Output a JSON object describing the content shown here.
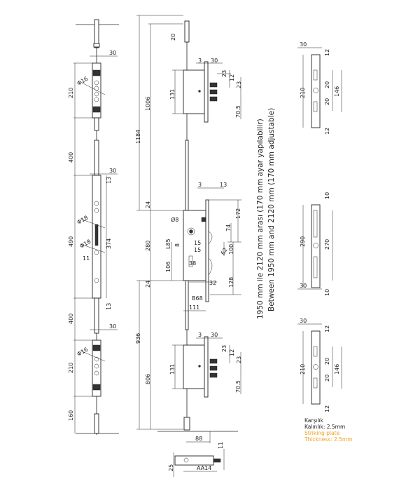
{
  "colors": {
    "line": "#222222",
    "legend_en": "#f0a020"
  },
  "left_bar": {
    "top_width": "30",
    "top_len": "210",
    "top_hole": "Φ16",
    "gap1": "400",
    "mid_width": "30",
    "mid_off_top": "13",
    "mid_hole1": "Φ18",
    "mid_len": "490",
    "mid_hole2": "Φ18",
    "mid_inner": "374",
    "mid_small": "11",
    "mid_off_bot": "13",
    "gap2": "400",
    "bot_width": "30",
    "bot_hole": "Φ16",
    "bot_len": "210",
    "end_len": "160"
  },
  "overall": {
    "total_top": "1184",
    "top_to_lock": "1006",
    "lock_top_offset": "24",
    "lock_height": "280",
    "lock_bot_offset": "24",
    "total_bot": "936",
    "bot_to_lock": "806",
    "top_rod_end": "20"
  },
  "top_lock": {
    "d3": "3",
    "d30": "30",
    "d23a": "23",
    "d12": "12",
    "d23b": "23",
    "h131": "131",
    "d70": "70.5"
  },
  "main_lock": {
    "d3": "3",
    "d13": "13",
    "d172": "172",
    "dia8": "Ø8",
    "d74": "74",
    "d85": "L85",
    "d8": "8",
    "d15a": "15",
    "d15b": "15",
    "d62": "62",
    "d100": "100",
    "d106": "106",
    "d38": "38",
    "d128": "128",
    "d32": "32",
    "d68": "B68",
    "d111": "111"
  },
  "bot_lock": {
    "d3": "3",
    "d30": "30",
    "d23a": "23",
    "d12": "12",
    "d23b": "23",
    "h131": "131",
    "d70": "70.5"
  },
  "bottom": {
    "d88": "88",
    "d11": "11",
    "d25": "25",
    "aa14": "AA14"
  },
  "notes": {
    "tr": "1950 mm ile 2120 mm arası (170 mm ayar yapılabilir)",
    "en": "Between 1950 mm and 2120 mm (170 mm adjustable)"
  },
  "plate1": {
    "w": "30",
    "t": "12",
    "h": "210",
    "a": "20",
    "b": "20",
    "c": "146",
    "bt": "12"
  },
  "plate2": {
    "t": "10",
    "h": "290",
    "c": "270",
    "w": "30",
    "bt": "10"
  },
  "plate3": {
    "w": "30",
    "t": "12",
    "h": "210",
    "a": "20",
    "b": "20",
    "c": "146",
    "bt": "12"
  },
  "legend": {
    "tr1": "Karşılık",
    "tr2": "Kalınlık: 2.5mm",
    "en1": "Striking plate",
    "en2": "Thickness: 2.5mm"
  }
}
